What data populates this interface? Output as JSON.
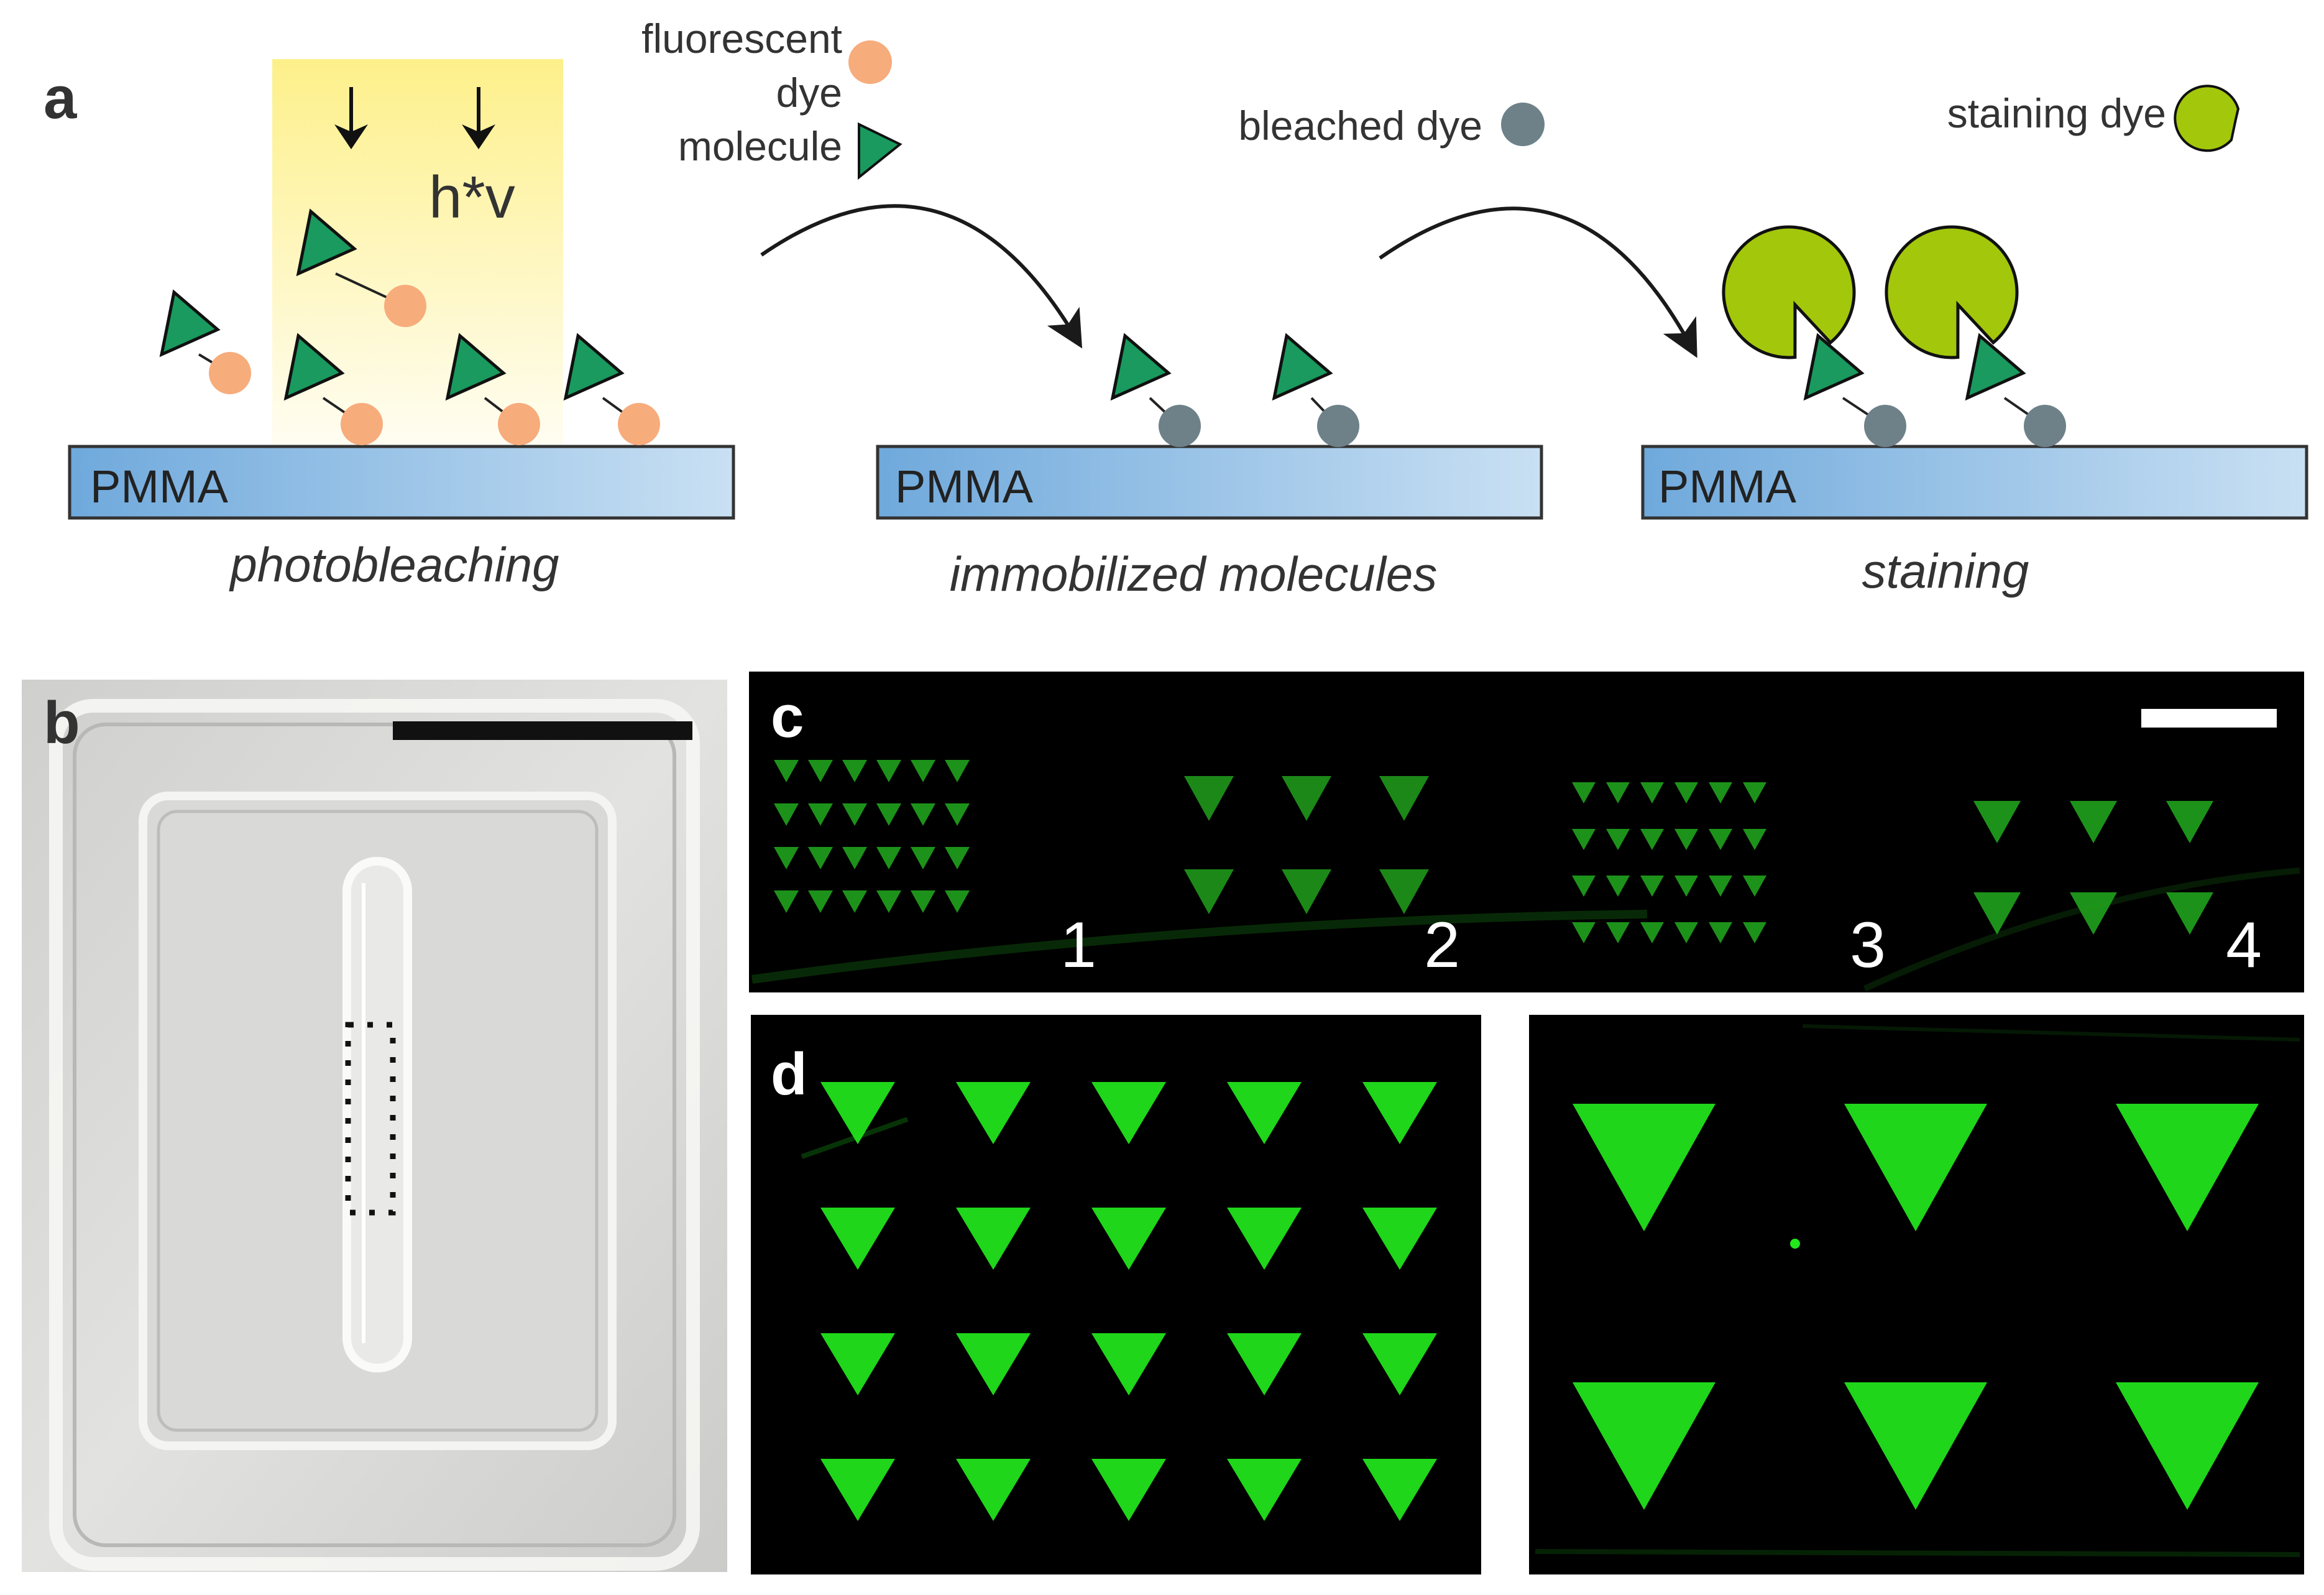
{
  "panel_a": {
    "label": "a",
    "light_label": "h*v",
    "legend": {
      "fluorescent_line1": "fluorescent",
      "fluorescent_line2": "dye",
      "molecule": "molecule",
      "bleached": "bleached dye",
      "staining": "staining dye"
    },
    "substrate_label": "PMMA",
    "steps": [
      "photobleaching",
      "immobilized molecules",
      "staining"
    ]
  },
  "panel_b": {
    "label": "b"
  },
  "panel_c": {
    "label": "c",
    "patterns": [
      {
        "number": "1",
        "cols": 6,
        "rows": 4
      },
      {
        "number": "2",
        "cols": 3,
        "rows": 2
      },
      {
        "number": "3",
        "cols": 6,
        "rows": 4
      },
      {
        "number": "4",
        "cols": 3,
        "rows": 2
      }
    ]
  },
  "panel_d": {
    "label": "d",
    "left_grid": {
      "cols": 5,
      "rows": 4
    },
    "right_grid": {
      "cols": 3,
      "rows": 2
    }
  },
  "colors": {
    "molecule_green": "#1a9a5e",
    "fluorescent_orange": "#f7ac7c",
    "bleached_gray": "#6e8189",
    "staining_yellowgreen": "#a3c70a",
    "substrate_blue": "#b4d2ec",
    "light_yellow": "#fdf08a",
    "micro_green": "#22e81c"
  }
}
